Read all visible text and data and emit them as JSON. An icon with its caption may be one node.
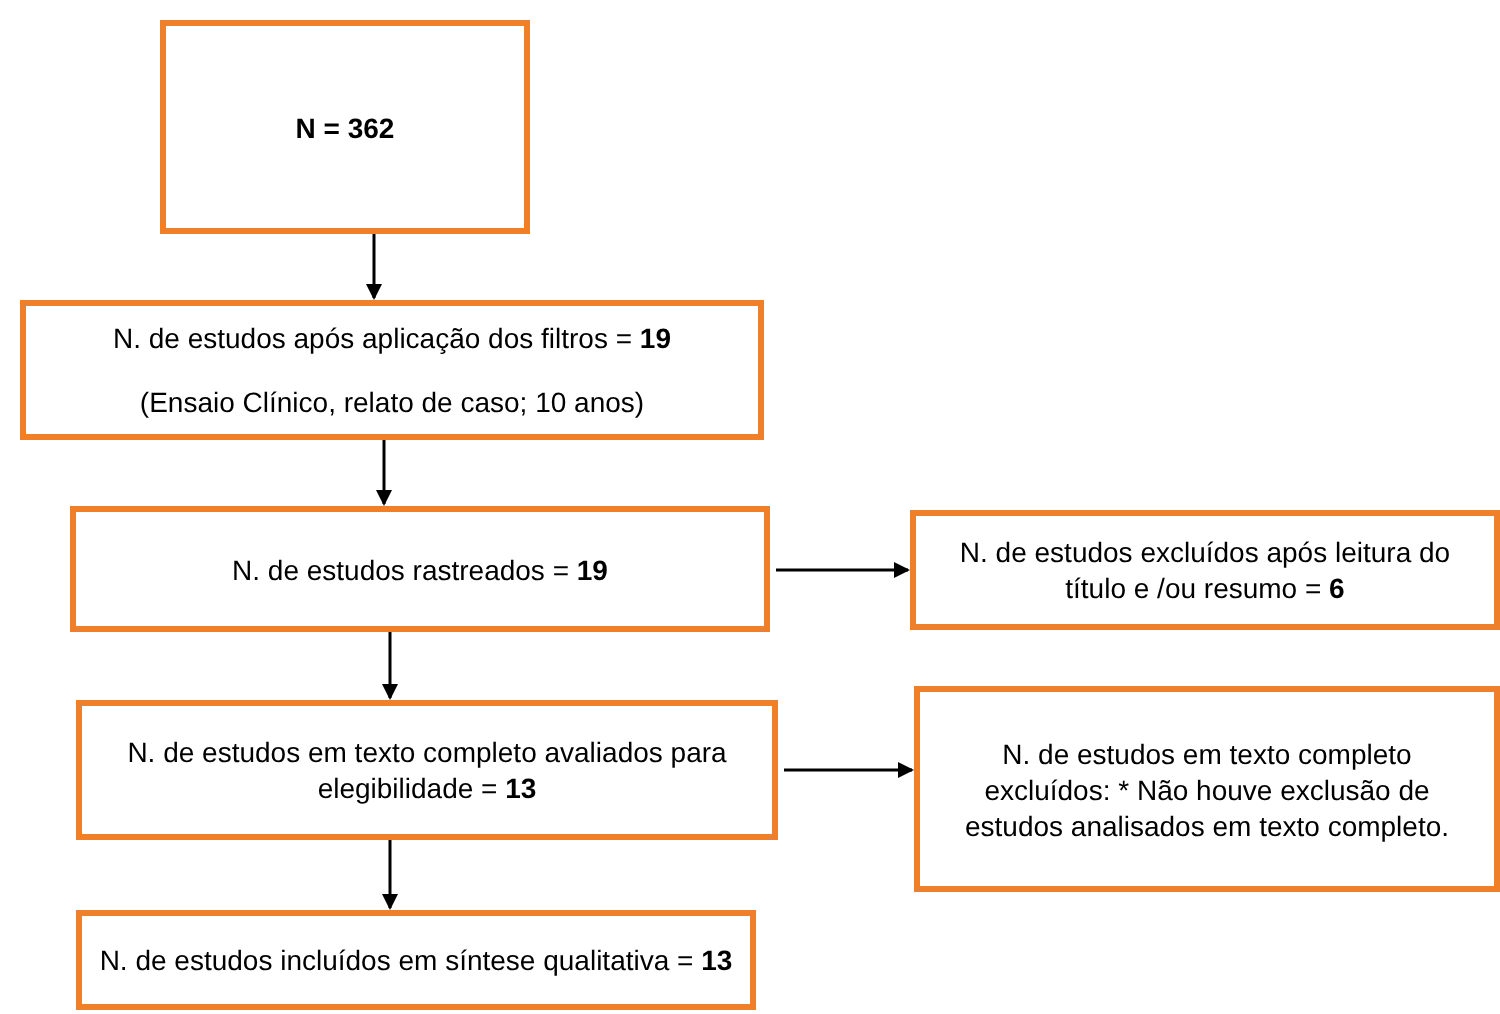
{
  "diagram": {
    "nodes": [
      {
        "text": [
          "N = 362"
        ]
      },
      {
        "text": [
          "N. de estudos após aplicação dos filtros = **19**",
          "(Ensaio Clínico, relato de caso; 10 anos)"
        ]
      },
      {
        "text": [
          "N. de estudos rastreados = **19**"
        ]
      },
      {
        "text": [
          "N. de estudos excluídos após leitura do título e /ou resumo = **6**"
        ]
      },
      {
        "text": [
          "N. de estudos em texto completo avaliados para elegibilidade = **13**"
        ]
      },
      {
        "text": [
          "N. de estudos em texto completo excluídos: * Não houve exclusão de estudos analisados em texto completo."
        ]
      },
      {
        "text": [
          "N. de estudos incluídos em síntese qualitativa = **13**"
        ]
      }
    ],
    "edges": [
      {
        "from": 0,
        "to": 1,
        "arrow": "to"
      },
      {
        "from": 1,
        "to": 2,
        "arrow": "to"
      },
      {
        "from": 2,
        "to": 3,
        "arrow": "to"
      },
      {
        "from": 2,
        "to": 4,
        "arrow": "to"
      },
      {
        "from": 4,
        "to": 5,
        "arrow": "to"
      },
      {
        "from": 4,
        "to": 6,
        "arrow": "to"
      }
    ]
  }
}
